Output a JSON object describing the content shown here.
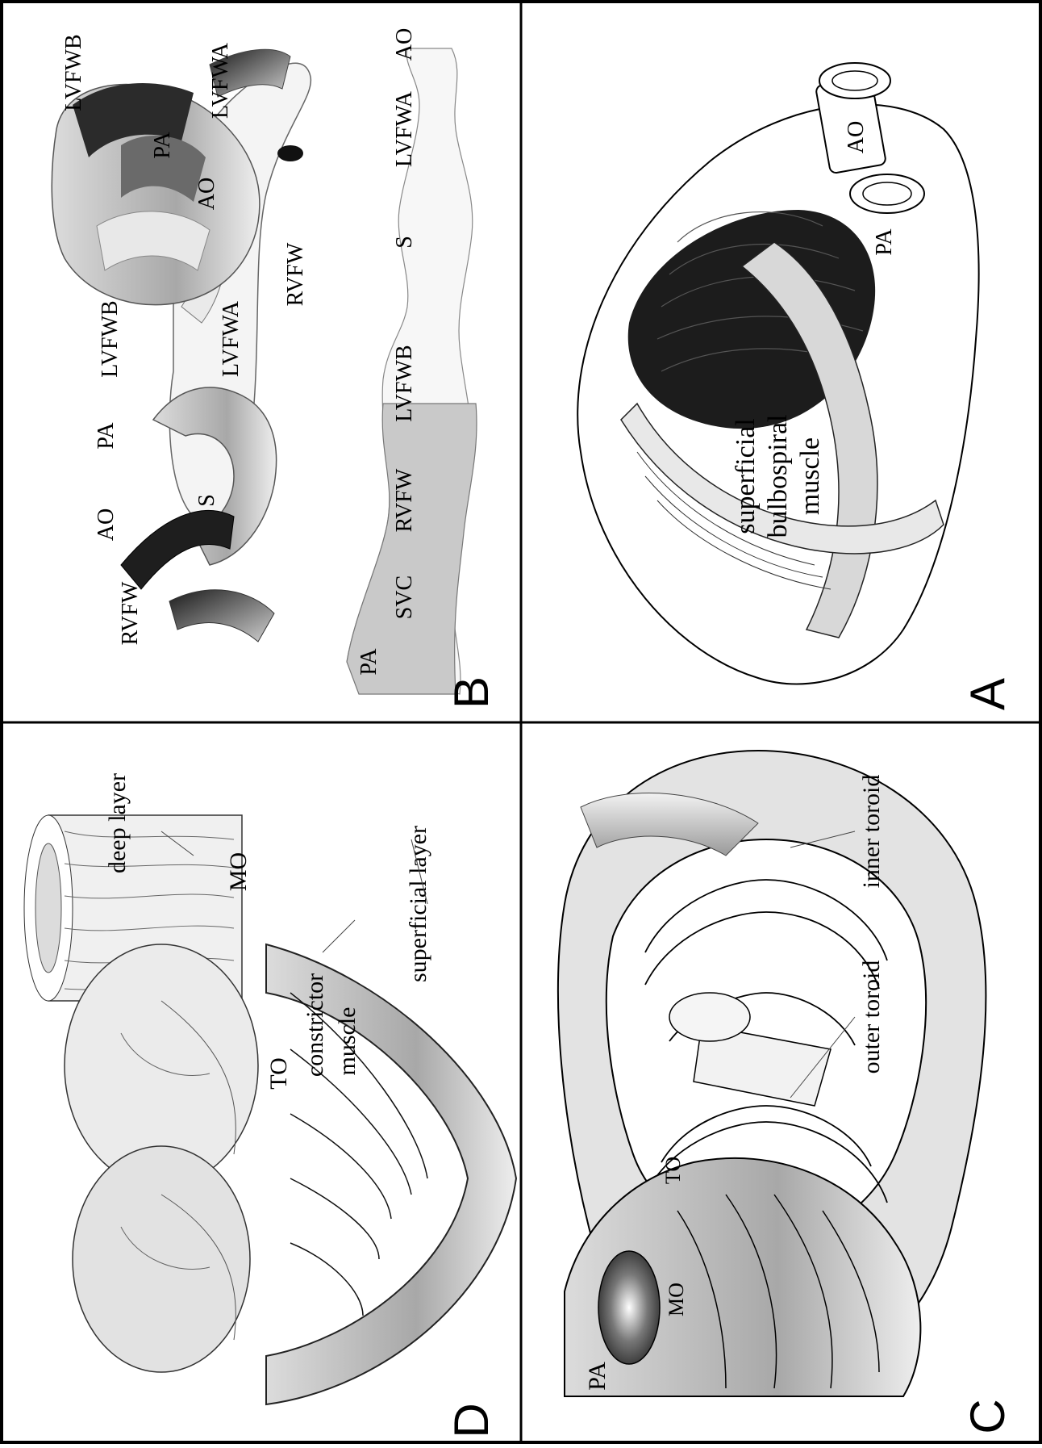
{
  "colors": {
    "line": "#000000",
    "background": "#ffffff",
    "light_tissue": "#e6e6e6",
    "mid_tissue": "#b4b4b4",
    "dark_tissue": "#2a2a2a",
    "band_gray": "#bdbdbd"
  },
  "panels": {
    "A": {
      "letter": "A",
      "labels": {
        "ao": "AO",
        "pa": "PA",
        "superficial": "superficial",
        "bulbospiral": "bulbospiral",
        "muscle": "muscle"
      }
    },
    "B": {
      "letter": "B",
      "helix_labels": {
        "ao": "AO",
        "pa": "PA",
        "rvfw": "RVFW",
        "s": "S",
        "lvfwb": "LVFWB",
        "lvfwa": "LVFWA"
      },
      "heart_labels": {
        "ao": "AO",
        "pa": "PA",
        "rvfw": "RVFW",
        "lvfwb": "LVFWB",
        "lvfwa": "LVFWA"
      },
      "band_labels": {
        "pa": "PA",
        "svc": "SVC",
        "rvfw": "RVFW",
        "lvfwb": "LVFWB",
        "s": "S",
        "lvfwa": "LVFWA",
        "ao": "AO"
      }
    },
    "C": {
      "letter": "C",
      "labels": {
        "pa": "PA",
        "mo": "MO",
        "to": "TO",
        "outer_toroid": "outer toroid",
        "inner_toroid": "inner toroid"
      }
    },
    "D": {
      "letter": "D",
      "labels": {
        "constrictor": "constrictor",
        "muscle": "muscle",
        "to": "TO",
        "mo": "MO",
        "deep_layer": "deep layer",
        "superficial_layer": "superficial layer"
      }
    }
  }
}
